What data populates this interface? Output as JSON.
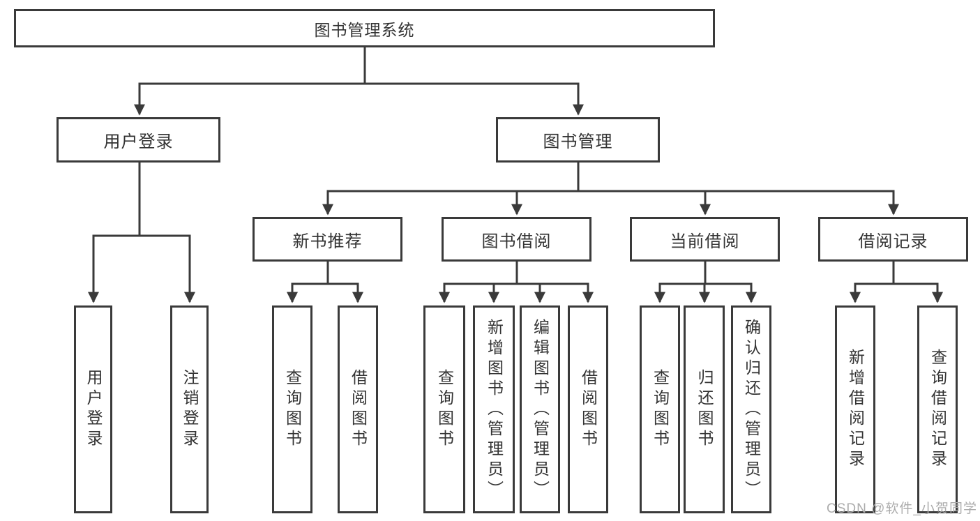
{
  "tree": {
    "root": "图书管理系统",
    "level2": [
      "用户登录",
      "图书管理"
    ],
    "level3": [
      "新书推荐",
      "图书借阅",
      "当前借阅",
      "借阅记录"
    ],
    "leaves": [
      [
        "用户登录",
        "注销登录"
      ],
      [
        "查询图书",
        "借阅图书"
      ],
      [
        "查询图书",
        "新增图书（管理员）",
        "编辑图书（管理员）",
        "借阅图书"
      ],
      [
        "查询图书",
        "归还图书",
        "确认归还（管理员）"
      ],
      [
        "新增借阅记录",
        "查询借阅记录"
      ]
    ]
  },
  "watermark": "CSDN @软件_小贺同学",
  "colors": {
    "line": "#3a3a3a",
    "text": "#333333",
    "watermark": "#acacac",
    "background": "#ffffff"
  }
}
